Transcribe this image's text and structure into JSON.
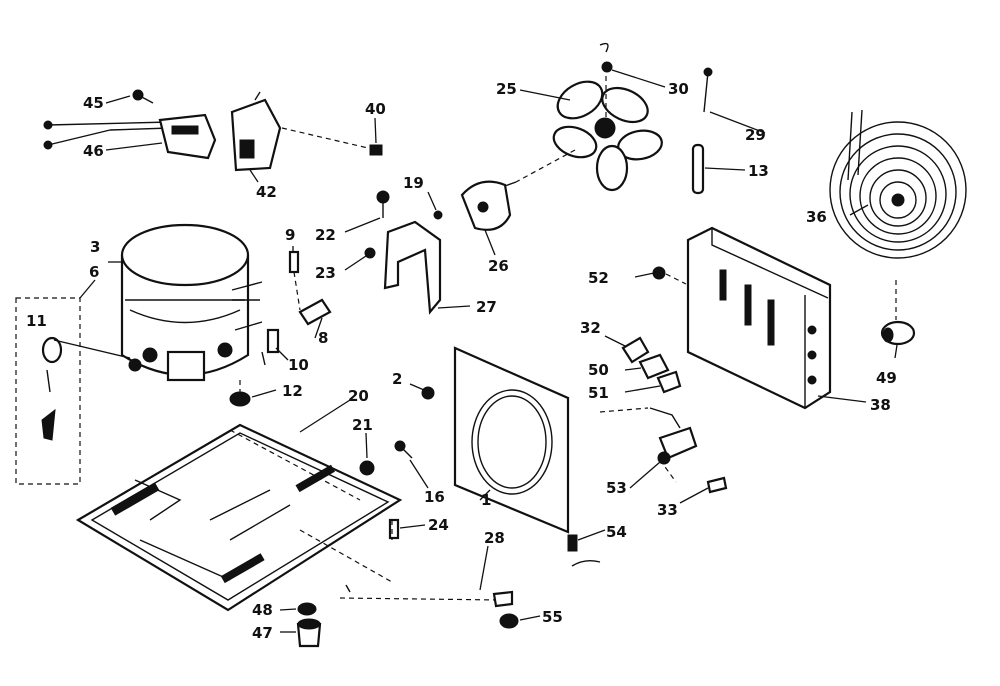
{
  "callouts": {
    "c45": "45",
    "c46": "46",
    "c42": "42",
    "c40": "40",
    "c25": "25",
    "c30": "30",
    "c29": "29",
    "c13": "13",
    "c36": "36",
    "c19": "19",
    "c22": "22",
    "c23": "23",
    "c26": "26",
    "c27": "27",
    "c3": "3",
    "c6": "6",
    "c11": "11",
    "c9": "9",
    "c8": "8",
    "c10": "10",
    "c12": "12",
    "c52": "52",
    "c32": "32",
    "c50": "50",
    "c51": "51",
    "c38": "38",
    "c49": "49",
    "c2": "2",
    "c20": "20",
    "c21": "21",
    "c16": "16",
    "c1": "1",
    "c24": "24",
    "c53": "53",
    "c33": "33",
    "c54": "54",
    "c28": "28",
    "c55": "55",
    "c48": "48",
    "c47": "47"
  }
}
